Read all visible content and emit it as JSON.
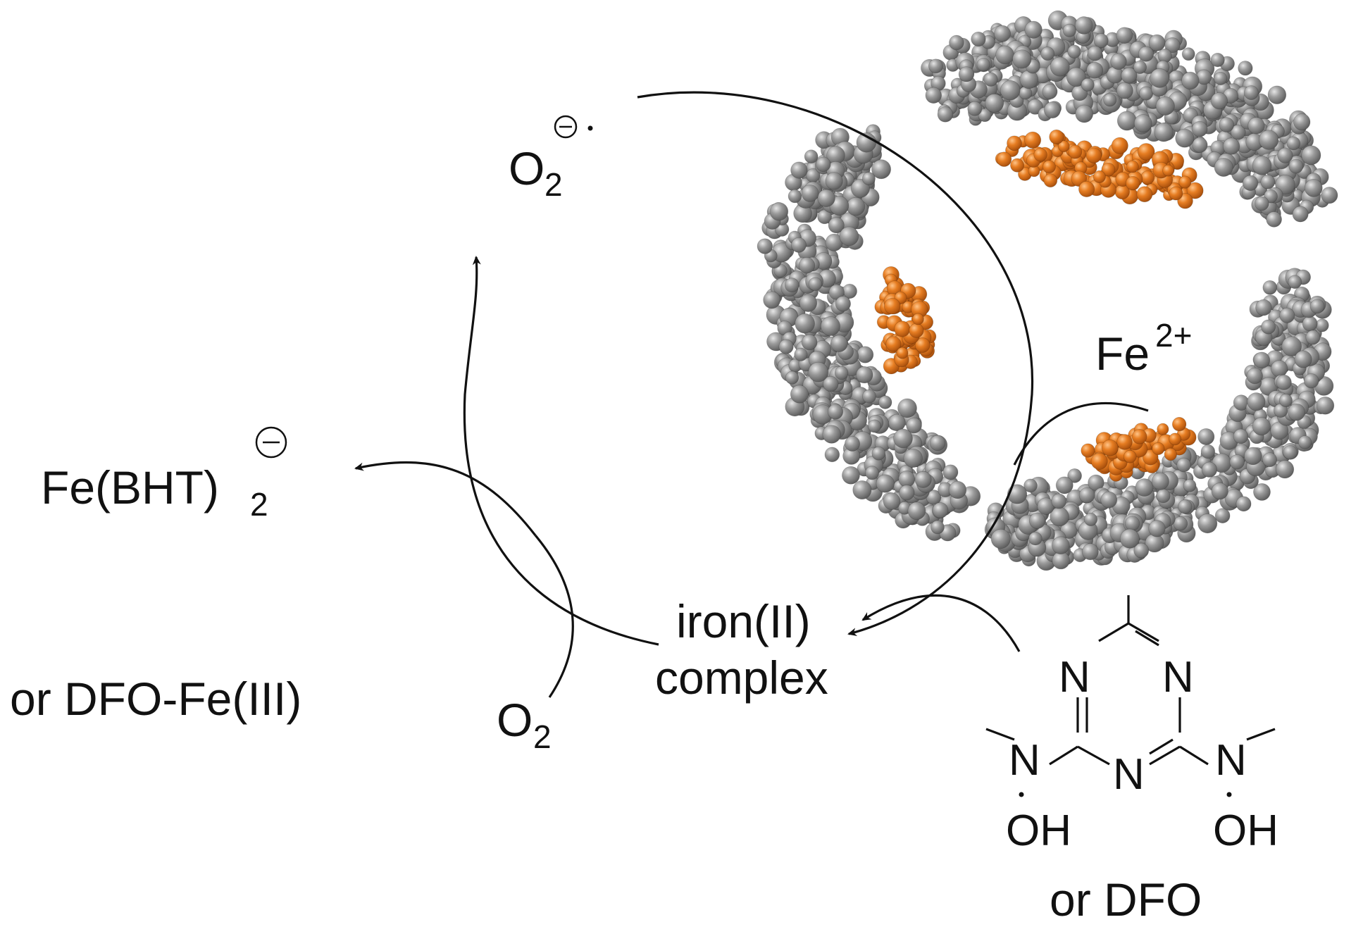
{
  "labels": {
    "superoxide_main": "O",
    "superoxide_sub": "2",
    "fe_bht_main": "Fe(BHT)",
    "fe_bht_sub": "2",
    "fe2_main": "Fe",
    "fe2_sup": "2+",
    "iron_line1": "iron(II)",
    "iron_line2": "complex",
    "o2_main": "O",
    "o2_sub": "2",
    "dfo_fe": "or DFO-Fe(III)",
    "or_dfo": "or DFO"
  },
  "molecule": {
    "n1": "N",
    "n2": "N",
    "n3": "N",
    "n4": "N",
    "n5": "N",
    "oh1": "OH",
    "oh2": "OH"
  },
  "colors": {
    "cage": "#8c8c8c",
    "cage_highlight": "#d9d9d9",
    "guest": "#e07a1f",
    "guest_highlight": "#f5b06a",
    "ink": "#111111"
  }
}
